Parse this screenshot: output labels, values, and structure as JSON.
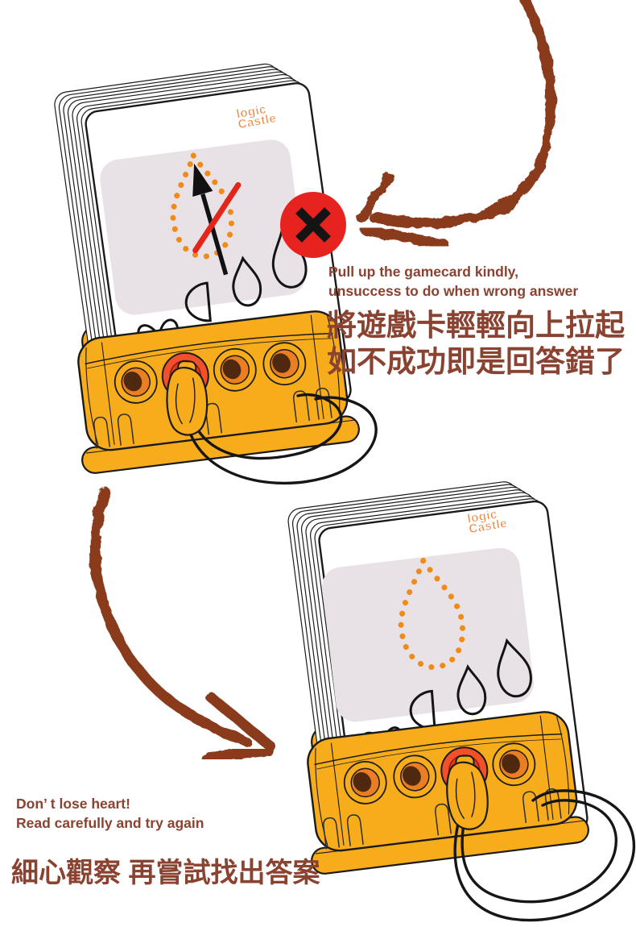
{
  "page": {
    "background": "#ffffff"
  },
  "colors": {
    "instruction_text": "#8a4231",
    "crayon_arrow": "#8a3a1e",
    "wrong_circle": "#e6231e",
    "device_yellow": "#f7ac1c",
    "hole_orange": "#ea7e22",
    "hole_dark": "#4e2910",
    "active_hole_red": "#f1502a",
    "card_panel": "#e8e1e6",
    "dotted_shape": "#f18a16"
  },
  "logo": {
    "line1": "logic",
    "line2": "Castle"
  },
  "icons": {
    "wrong_x_mark": "✕"
  },
  "top_instruction": {
    "en_line1": "Pull up the gamecard kindly,",
    "en_line2": "unsuccess to do when wrong answer",
    "zh_line1": "將遊戲卡輕輕向上拉起",
    "zh_line2": "如不成功即是回答錯了"
  },
  "bottom_instruction": {
    "en_line1": "Don’ t lose heart!",
    "en_line2": "Read carefully and try again",
    "zh_line1": "細心觀察 再嘗試找出答案"
  }
}
